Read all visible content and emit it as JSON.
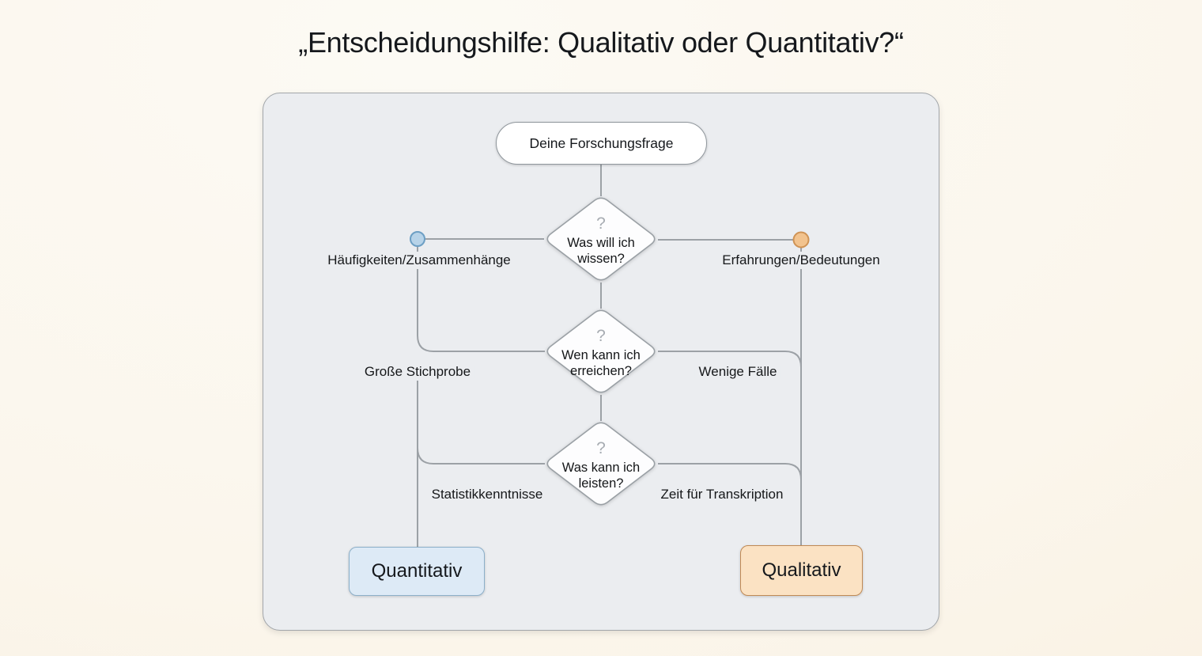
{
  "title": "„Entscheidungshilfe: Qualitativ oder Quantitativ?“",
  "flowchart": {
    "start": {
      "label": "Deine Forschungsfrage"
    },
    "questions": [
      {
        "icon": "?",
        "line1": "Was will ich",
        "line2": "wissen?"
      },
      {
        "icon": "?",
        "line1": "Wen kann ich",
        "line2": "erreichen?"
      },
      {
        "icon": "?",
        "line1": "Was kann ich",
        "line2": "leisten?"
      }
    ],
    "edge_labels": {
      "q1_left": "Häufigkeiten/Zusammenhänge",
      "q1_right": "Erfahrungen/Bedeutungen",
      "q2_left": "Große Stichprobe",
      "q2_right": "Wenige Fälle",
      "q3_left": "Statistikkenntnisse",
      "q3_right": "Zeit für Transkription"
    },
    "outcomes": {
      "left": {
        "label": "Quantitativ",
        "fill": "#ddeaf6",
        "border": "#8cafc9"
      },
      "right": {
        "label": "Qualitativ",
        "fill": "#fbe2c3",
        "border": "#c08a55"
      }
    },
    "colors": {
      "panel_background": "#ebedf0",
      "connector_line": "#9ca1a6",
      "dot_blue_fill": "#b7d3e8",
      "dot_blue_border": "#6d9fc4",
      "dot_orange_fill": "#f2c38e",
      "dot_orange_border": "#cf9355"
    }
  }
}
